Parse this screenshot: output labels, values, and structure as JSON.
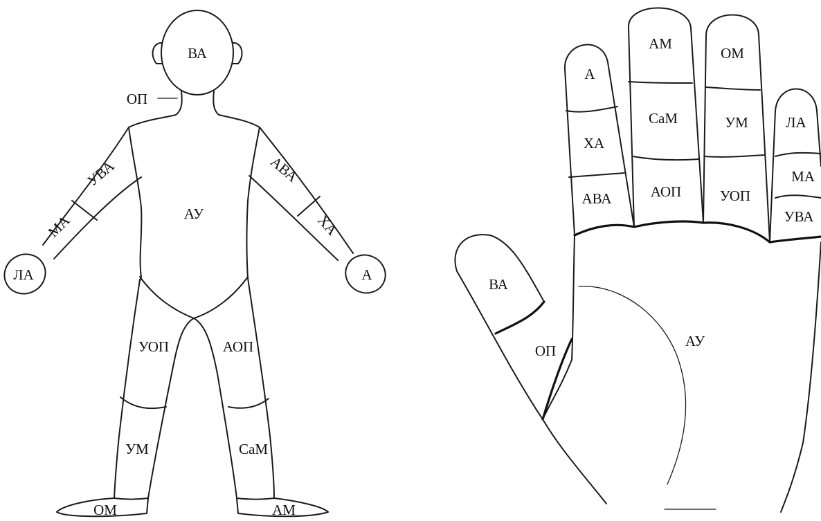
{
  "body_figure": {
    "head": "ВА",
    "neck": "ОП",
    "torso": "АУ",
    "left_upper_arm": "УВА",
    "left_forearm": "МА",
    "left_hand": "ЛА",
    "right_upper_arm": "АВА",
    "right_forearm": "ХА",
    "right_hand": "А",
    "left_thigh": "УОП",
    "right_thigh": "АОП",
    "left_shin": "УМ",
    "right_shin": "СаМ",
    "left_foot": "ОМ",
    "right_foot": "АМ"
  },
  "hand_figure": {
    "index_tip": "А",
    "index_middle": "ХА",
    "index_base": "АВА",
    "middle_tip": "АМ",
    "middle_middle": "СаМ",
    "middle_base": "АОП",
    "ring_tip": "ОМ",
    "ring_middle": "УМ",
    "ring_base": "УОП",
    "little_tip": "ЛА",
    "little_middle": "МА",
    "little_base": "УВА",
    "thumb_tip": "ВА",
    "thumb_base": "ОП",
    "palm": "АУ"
  }
}
